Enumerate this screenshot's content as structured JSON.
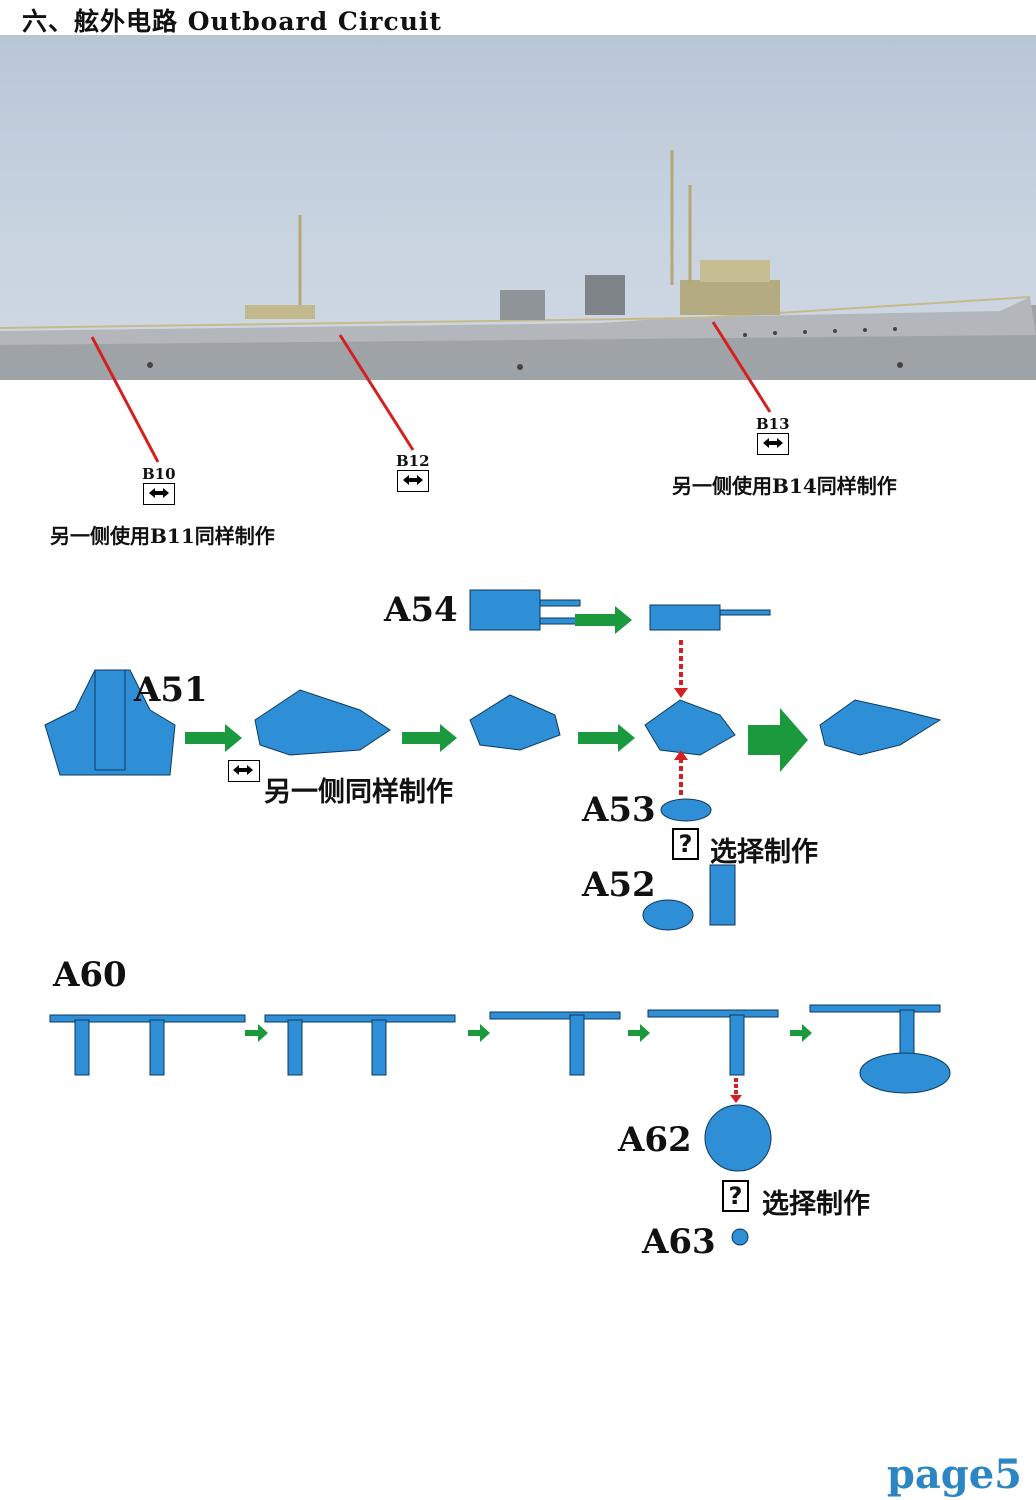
{
  "header": {
    "title": "六、舷外电路 Outboard Circuit"
  },
  "photo": {
    "alt": "ship model side view"
  },
  "callouts": [
    {
      "part": "B10",
      "note": "另一侧使用B11同样制作"
    },
    {
      "part": "B12",
      "note": ""
    },
    {
      "part": "B13",
      "note": "另一侧使用B14同样制作"
    }
  ],
  "steps1": {
    "a54": "A54",
    "a51": "A51",
    "mirror_note": "另一侧同样制作",
    "a53": "A53",
    "choice_note": "选择制作",
    "a52": "A52",
    "q_mark": "?"
  },
  "steps2": {
    "a60": "A60",
    "a62": "A62",
    "choice_note": "选择制作",
    "a63": "A63",
    "q_mark": "?"
  },
  "footer": {
    "page": "page5"
  },
  "colors": {
    "part_blue": "#2f8fd6",
    "arrow_green": "#1a9a3c",
    "red_line": "#d42020"
  }
}
